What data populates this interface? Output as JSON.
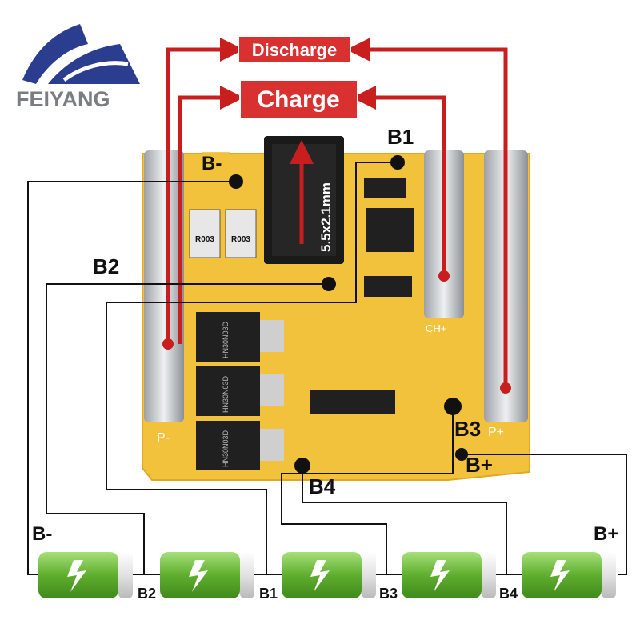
{
  "brand": {
    "name": "FEIYANG",
    "colors": {
      "blue": "#2b3d8f",
      "gray": "#7a7d82",
      "accent_red": "#d42a2a"
    }
  },
  "arrows": {
    "discharge": "Discharge",
    "charge": "Charge"
  },
  "connector_spec": "5.5x2.1mm",
  "board_pads": {
    "b_minus": "B-",
    "b1": "B1",
    "b2": "B2",
    "b3": "B3",
    "b4": "B4",
    "b_plus": "B+",
    "p_minus": "P-",
    "p_plus": "P+",
    "ch_plus": "CH+"
  },
  "components": {
    "shunt_1": "R003",
    "shunt_2": "R003",
    "mosfet_1": "HN30N03D",
    "mosfet_2": "HN30N03D",
    "mosfet_3": "HN30N03D"
  },
  "battery_chain": {
    "left_label": "B-",
    "right_label": "B+",
    "junctions": [
      "B2",
      "B1",
      "B3",
      "B4"
    ]
  },
  "colors": {
    "pcb": "#f2c23c",
    "pcb_edge": "#e0a820",
    "wire": "#111111",
    "arrow_red": "#c81e1e",
    "label_box": "#d93030",
    "battery_green": "#6fbf3a",
    "battery_cap": "#e8e8e8"
  }
}
